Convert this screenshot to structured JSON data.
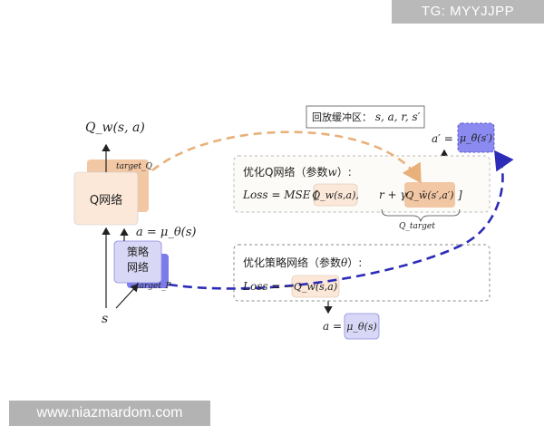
{
  "watermarks": {
    "top_right": "TG: MYYJJPP",
    "bottom_left": "www.niazmardom.com"
  },
  "q_network": {
    "output_label": "Q_w(s, a)",
    "target_tag": "target_Q",
    "box_label": "Q网络"
  },
  "policy_network": {
    "output_label": "a = μ_θ(s)",
    "box_label_line1": "策略",
    "box_label_line2": "网络",
    "target_tag": "target_P",
    "input_label": "s"
  },
  "replay_buffer": {
    "label": "回放缓冲区：",
    "contents": "s, a, r, s′"
  },
  "target_action": {
    "label": "a′ =",
    "value": "μ_θ̄(s′)"
  },
  "critic_update": {
    "title": "优化Q网络（参数",
    "param": "w",
    "title_end": "）:",
    "loss_prefix": "Loss = MSE [",
    "q_term": "Q_w(s,a),",
    "target_term": "r + γ",
    "target_q": "Q_w̄(s′,a′)",
    "bracket_close": "]",
    "underbrace_label": "Q_target"
  },
  "actor_update": {
    "title": "优化策略网络（参数",
    "param": "θ",
    "title_end": "）:",
    "loss_prefix": "Loss = −",
    "q_term": "Q_w(s,a)",
    "action_label": "a =",
    "action_value": "μ_θ(s)"
  },
  "colors": {
    "q_box": "#fbe8d9",
    "q_box_back": "#f2c7a4",
    "orange_dash": "#e8b07a",
    "policy_box": "#d8d8f6",
    "policy_back": "#7b7bec",
    "purple_dash": "#2c2cb8",
    "target_action_fill": "#8a8af0",
    "panel_border": "#b8b8b8"
  }
}
